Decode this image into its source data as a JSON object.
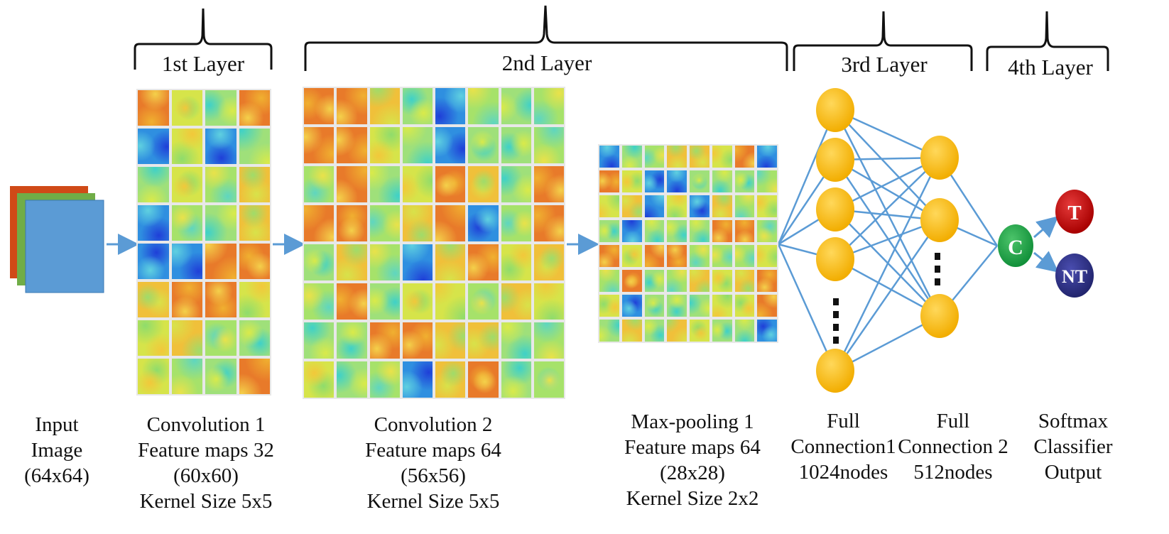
{
  "layers": [
    {
      "title": "1st Layer"
    },
    {
      "title": "2nd Layer"
    },
    {
      "title": "3rd Layer"
    },
    {
      "title": "4th Layer"
    }
  ],
  "stages": {
    "input": [
      "Input",
      "Image",
      "(64x64)"
    ],
    "conv1": [
      "Convolution 1",
      "Feature maps 32",
      "(60x60)",
      "Kernel Size 5x5"
    ],
    "conv2": [
      "Convolution 2",
      "Feature maps 64",
      "(56x56)",
      "Kernel Size 5x5"
    ],
    "pool1": [
      "Max-pooling 1",
      "Feature maps 64",
      "(28x28)",
      "Kernel Size 2x2"
    ],
    "fc1": [
      "Full",
      "Connection1",
      "1024nodes"
    ],
    "fc2": [
      "Full",
      "Connection 2",
      "512nodes"
    ],
    "softmax": [
      "Softmax",
      "Classifier",
      "Output"
    ]
  },
  "output_nodes": {
    "center": "C",
    "out1": "T",
    "out2": "NT"
  },
  "feature_maps": {
    "conv1": {
      "rows": 8,
      "cols": 4
    },
    "conv2": {
      "rows": 8,
      "cols": 8
    },
    "pool1": {
      "rows": 8,
      "cols": 8
    }
  },
  "colors": {
    "line": "#5b9bd5",
    "node": "#f5b800",
    "center_node": "#1fa64a",
    "t_node": "#c40000",
    "nt_node": "#2e3192",
    "input_front": "#5b9bd5",
    "input_mid": "#70ad47",
    "input_back": "#d04a17"
  }
}
